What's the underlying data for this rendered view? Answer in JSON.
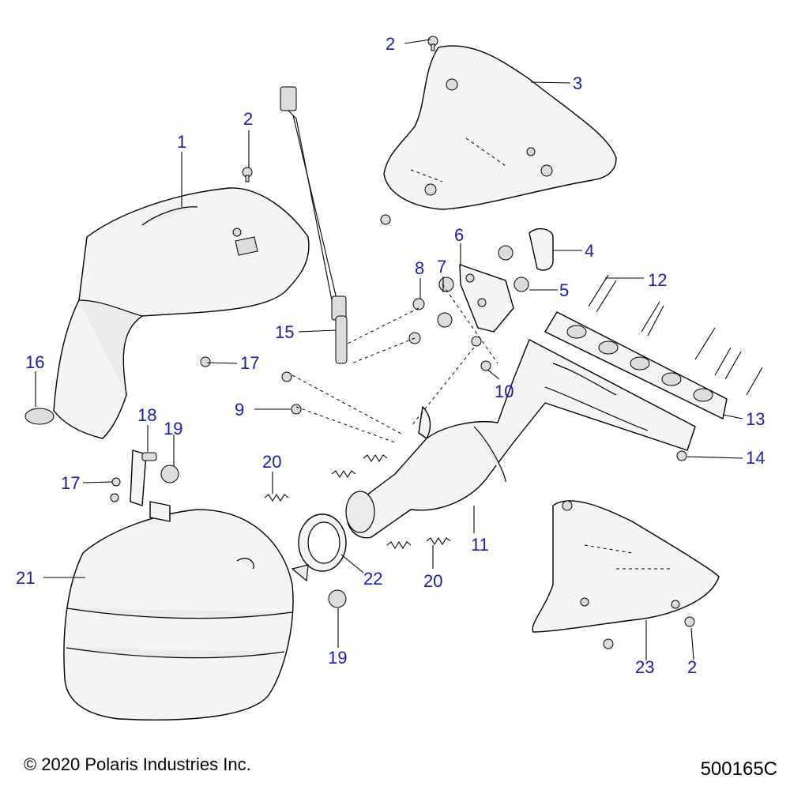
{
  "callouts": {
    "c1": "1",
    "c2a": "2",
    "c2b": "2",
    "c2c": "2",
    "c3": "3",
    "c4": "4",
    "c5": "5",
    "c6": "6",
    "c7": "7",
    "c8": "8",
    "c9": "9",
    "c10": "10",
    "c11": "11",
    "c12": "12",
    "c13": "13",
    "c14": "14",
    "c15": "15",
    "c16": "16",
    "c17a": "17",
    "c17b": "17",
    "c18": "18",
    "c19a": "19",
    "c19b": "19",
    "c20a": "20",
    "c20b": "20",
    "c21": "21",
    "c22": "22",
    "c23": "23"
  },
  "footer": {
    "copyright": "© 2020 Polaris Industries Inc.",
    "drawing_number": "500165C"
  },
  "colors": {
    "callout": "#1a1ab8",
    "line": "#000000",
    "part_fill": "#f4f4f4"
  }
}
